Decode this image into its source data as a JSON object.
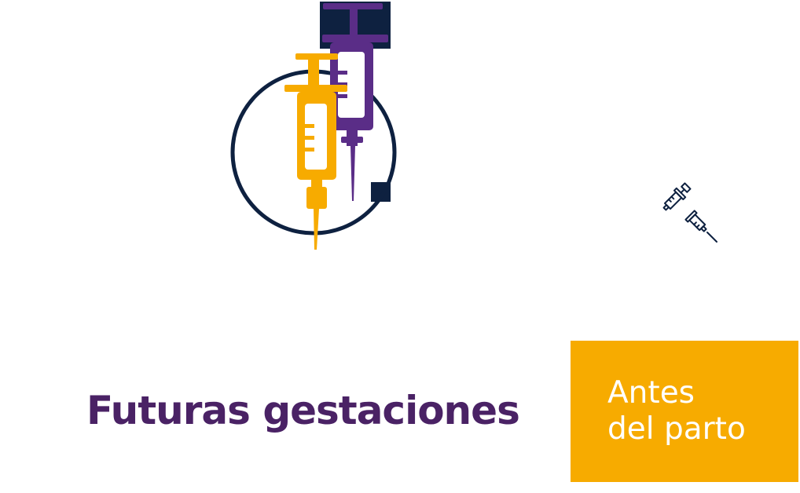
{
  "colors": {
    "purple": "#4a2265",
    "syringe_purple": "#5a2d87",
    "gold": "#f7ab00",
    "navy": "#0e2140",
    "background": "#ffffff",
    "badge_text": "#ffffff"
  },
  "illustration": {
    "icon": "two-syringes-icon"
  },
  "small_icon": {
    "icon": "small-syringes-outline-icon"
  },
  "headline": {
    "text": "Futuras gestaciones"
  },
  "badge": {
    "line1": "Antes",
    "line2": "del parto"
  }
}
